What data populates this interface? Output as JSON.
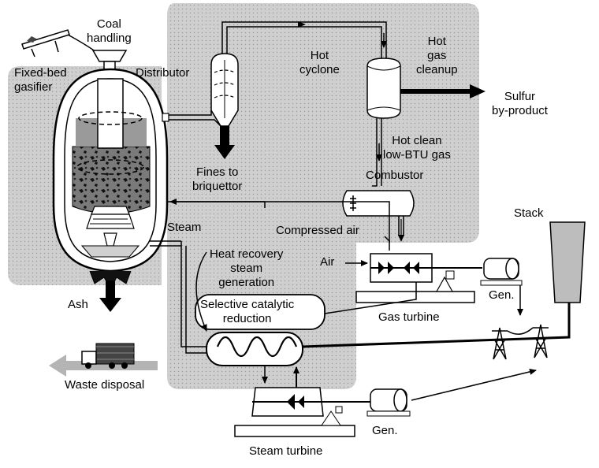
{
  "labels": {
    "coal_handling": [
      "Coal",
      "handling"
    ],
    "fixed_bed_gasifier": [
      "Fixed-bed",
      "gasifier"
    ],
    "distributor": "Distributor",
    "hot_cyclone": [
      "Hot",
      "cyclone"
    ],
    "hot_gas_cleanup": [
      "Hot",
      "gas",
      "cleanup"
    ],
    "sulfur_byproduct": [
      "Sulfur",
      "by-product"
    ],
    "hot_clean_gas": [
      "Hot clean",
      "low-BTU gas"
    ],
    "combustor": "Combustor",
    "fines_to_briquettor": [
      "Fines to",
      "briquettor"
    ],
    "stack": "Stack",
    "steam": "Steam",
    "compressed_air": "Compressed air",
    "heat_recovery": [
      "Heat recovery",
      "steam",
      "generation"
    ],
    "air": "Air",
    "selective_catalytic": [
      "Selective catalytic",
      "reduction"
    ],
    "generator_gas": "Gen.",
    "gas_turbine": "Gas turbine",
    "ash": "Ash",
    "waste_disposal": "Waste disposal",
    "generator_steam": "Gen.",
    "steam_turbine": "Steam turbine"
  },
  "colors": {
    "shaded_region": "#d2d2d2",
    "line": "#000000",
    "waste_arrow": "#b4b4b4",
    "stack_fill": "#bdbdbd"
  },
  "icons": [
    "coal-conveyor-icon",
    "dump-truck-icon",
    "transmission-tower-icon"
  ]
}
